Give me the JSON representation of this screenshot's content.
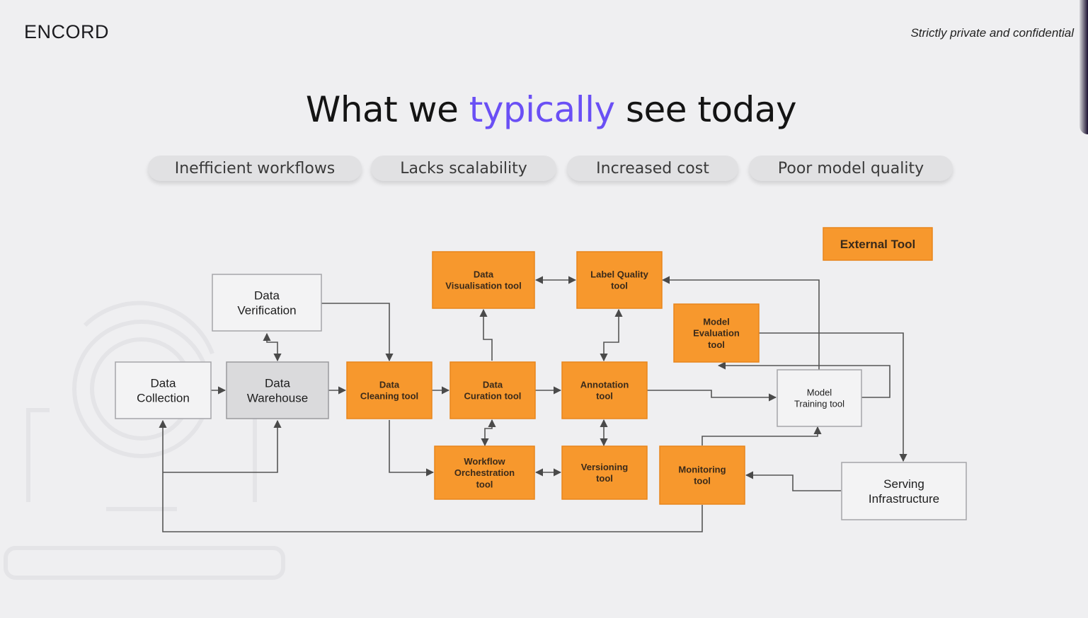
{
  "header": {
    "logo": "ENCORD",
    "confidential": "Strictly private and confidential"
  },
  "title": {
    "part1": "What we ",
    "highlight": "typically",
    "part2": " see today"
  },
  "pills": [
    "Inefficient workflows",
    "Lacks scalability",
    "Increased cost",
    "Poor model quality"
  ],
  "legend": "External Tool",
  "nodes": {
    "data_verification": [
      "Data",
      "Verification"
    ],
    "data_collection": [
      "Data",
      "Collection"
    ],
    "data_warehouse": [
      "Data",
      "Warehouse"
    ],
    "data_cleaning": [
      "Data",
      "Cleaning tool"
    ],
    "data_curation": [
      "Data",
      "Curation tool"
    ],
    "data_visualisation": [
      "Data",
      "Visualisation tool"
    ],
    "label_quality": [
      "Label Quality",
      "tool"
    ],
    "annotation": [
      "Annotation",
      "tool"
    ],
    "model_evaluation": [
      "Model",
      "Evaluation",
      "tool"
    ],
    "model_training": [
      "Model",
      "Training tool"
    ],
    "workflow_orchestration": [
      "Workflow",
      "Orchestration",
      "tool"
    ],
    "versioning": [
      "Versioning",
      "tool"
    ],
    "monitoring": [
      "Monitoring",
      "tool"
    ],
    "serving": [
      "Serving",
      "Infrastructure"
    ]
  },
  "colors": {
    "external": "#f7982d",
    "external_border": "#e8861c",
    "internal_light": "#f3f3f4",
    "internal_gray": "#dadadc",
    "accent": "#6a4ff5"
  }
}
